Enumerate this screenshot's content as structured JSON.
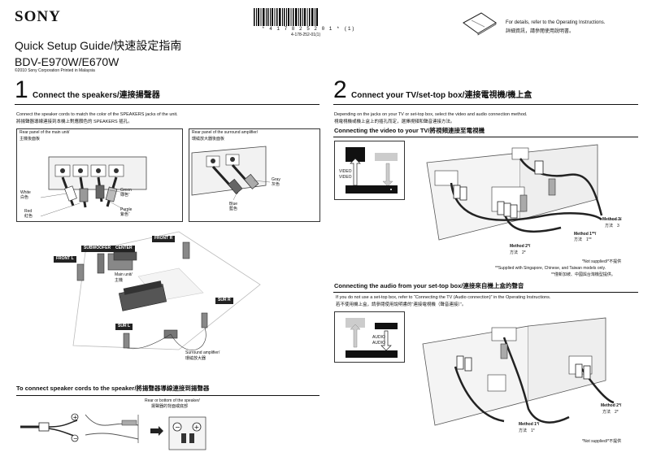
{
  "header": {
    "brand": "SONY",
    "guide_title": "Quick Setup Guide/快速設定指南",
    "model": "BDV-E970W/E670W",
    "copyright": "©2010 Sony Corporation   Printed in Malaysia",
    "barcode_number": "* 4 1 7 8 2 5 2 0 1 * (1)",
    "part_number": "4-178-252-01(1)",
    "refer_en": "For details, refer to the Operating Instructions.",
    "refer_zh": "詳細資訊，請參閱使用說明書。"
  },
  "step1": {
    "number": "1",
    "title": "Connect the speakers/連接揚聲器",
    "desc_en": "Connect the speaker cords to match the color of the SPEAKERS jacks of the unit.",
    "desc_zh": "將揚聲器導線連接到本機上對應顏色的 SPEAKERS 插孔。",
    "main_panel_label": "Rear panel of the main unit/",
    "main_panel_label_zh": "主機後面板",
    "surround_panel_label": "Rear panel of the surround amplifier/",
    "surround_panel_label_zh": "環繞放大器後面板",
    "colors": {
      "white": "White",
      "white_zh": "白色",
      "red": "Red",
      "red_zh": "紅色",
      "green": "Green",
      "green_zh": "綠色",
      "purple": "Purple",
      "purple_zh": "紫色",
      "gray": "Gray",
      "gray_zh": "灰色",
      "blue": "Blue",
      "blue_zh": "藍色"
    },
    "speakers": {
      "subwoofer": "SUBWOOFER",
      "center": "CENTER",
      "front_r": "FRONT R",
      "front_l": "FRONT L",
      "sur_r": "SUR R",
      "sur_l": "SUR L"
    },
    "main_unit": "Main unit/",
    "main_unit_zh": "主機",
    "surround_amp": "Surround amplifier/",
    "surround_amp_zh": "環繞放大器"
  },
  "cords": {
    "title": "To connect speaker cords to the speaker/將揚聲器導線連接到揚聲器",
    "rear_label": "Rear or bottom of the speaker/",
    "rear_label_zh": "揚聲器的背面或底部"
  },
  "step2": {
    "number": "2",
    "title": "Connect your TV/set-top box/連接電視機/機上盒",
    "desc_en": "Depending on the jacks on your TV or set-top box, select the video and audio connection method.",
    "desc_zh": "視電視機或機上盒上的插孔而定，選擇視頻和聲音連接方法。",
    "video_title": "Connecting the video to your TV/將視頻連接至電視機",
    "video_label": "VIDEO",
    "method3": "Method 3/",
    "method3_zh": "方法　3",
    "method1x": "Method 1**/",
    "method1x_zh": "方法　1**",
    "method2x": "Method 2*/",
    "method2x_zh": "方法　2*",
    "note1": "*Not supplied/*不提供",
    "note2": "**Supplied with Singapore, Chinese, and Taiwan models only.",
    "note3": "**僅新加坡、中國與台灣機型提供。",
    "audio_title": "Connecting the audio from your set-top box/連接來自機上盒的聲音",
    "audio_desc_en": "If you do not use a set-top box, refer to “Connecting the TV (Audio connection)” in the Operating Instructions.",
    "audio_desc_zh": "若不使用機上盒，請參閱使用說明書的“連接電視機（聲音連接）”。",
    "audio_label": "AUDIO",
    "method2_audio": "Method 2*/",
    "method2_audio_zh": "方法　2*",
    "method1_audio": "Method 1*/",
    "method1_audio_zh": "方法　1*",
    "note_bottom": "*Not supplied/*不提供"
  }
}
